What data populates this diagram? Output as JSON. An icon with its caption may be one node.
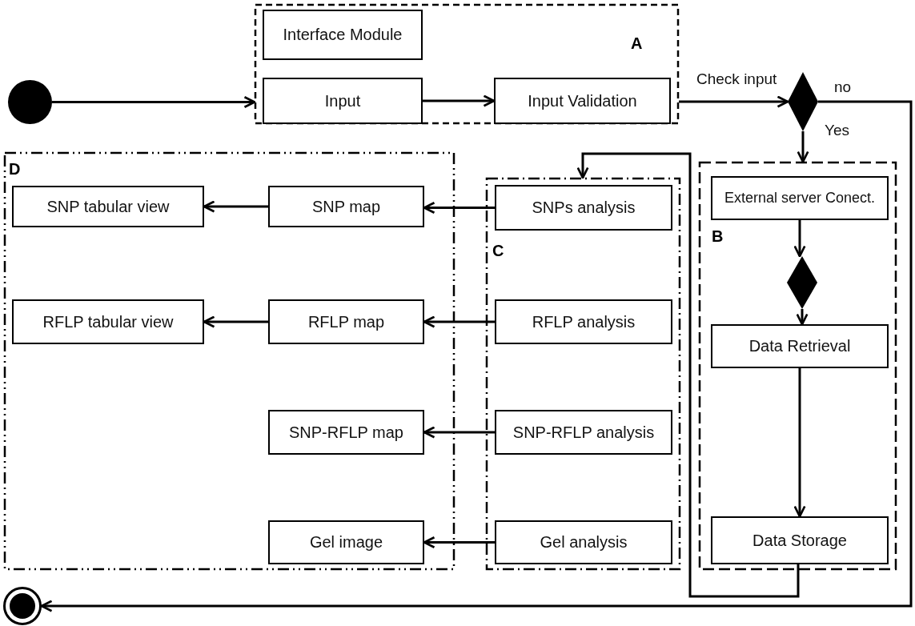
{
  "diagram": {
    "nodes": [
      {
        "text": [],
        "shape": "circle"
      },
      {
        "text": [
          "A"
        ]
      },
      {
        "text": [
          "Interface Module"
        ],
        "in": 1
      },
      {
        "text": [
          "Input"
        ],
        "in": 1
      },
      {
        "text": [
          "Input Validation"
        ],
        "in": 1
      },
      {
        "text": [],
        "shape": "diamond"
      },
      {
        "text": [
          "D"
        ]
      },
      {
        "text": [
          "SNP tabular view"
        ],
        "in": 6
      },
      {
        "text": [
          "SNP map"
        ],
        "in": 6
      },
      {
        "text": [
          "RFLP tabular view"
        ],
        "in": 6
      },
      {
        "text": [
          "RFLP map"
        ],
        "in": 6
      },
      {
        "text": [
          "SNP-RFLP map"
        ],
        "in": 6
      },
      {
        "text": [
          "Gel image"
        ],
        "in": 6
      },
      {
        "text": [
          "C"
        ]
      },
      {
        "text": [
          "SNPs analysis"
        ],
        "in": 13
      },
      {
        "text": [
          "RFLP analysis"
        ],
        "in": 13
      },
      {
        "text": [
          "SNP-RFLP analysis"
        ],
        "in": 13
      },
      {
        "text": [
          "Gel analysis"
        ],
        "in": 13
      },
      {
        "text": [
          "B"
        ]
      },
      {
        "text": [
          "External server Conect."
        ],
        "in": 18
      },
      {
        "text": [],
        "shape": "diamond",
        "in": 18
      },
      {
        "text": [
          "Data Retrieval"
        ],
        "in": 18
      },
      {
        "text": [
          "Data Storage"
        ],
        "in": 18
      },
      {
        "text": [],
        "shape": "circle"
      }
    ],
    "edges": [
      {
        "from": 0,
        "to": 1,
        "arrow": "to"
      },
      {
        "from": 3,
        "to": 4,
        "arrow": "to"
      },
      {
        "from": 1,
        "to": 5,
        "arrow": "to",
        "label": "Check input"
      },
      {
        "from": 5,
        "to": 18,
        "arrow": "to",
        "label": "Yes"
      },
      {
        "from": 5,
        "to": 23,
        "arrow": "to",
        "label": "no"
      },
      {
        "from": 19,
        "to": 20,
        "arrow": "to"
      },
      {
        "from": 20,
        "to": 21,
        "arrow": "to"
      },
      {
        "from": 21,
        "to": 22,
        "arrow": "to"
      },
      {
        "from": 22,
        "to": 13,
        "arrow": "to"
      },
      {
        "from": 14,
        "to": 8,
        "arrow": "to"
      },
      {
        "from": 15,
        "to": 10,
        "arrow": "to"
      },
      {
        "from": 16,
        "to": 11,
        "arrow": "to"
      },
      {
        "from": 17,
        "to": 12,
        "arrow": "to"
      },
      {
        "from": 8,
        "to": 7,
        "arrow": "to"
      },
      {
        "from": 10,
        "to": 9,
        "arrow": "to"
      }
    ]
  }
}
